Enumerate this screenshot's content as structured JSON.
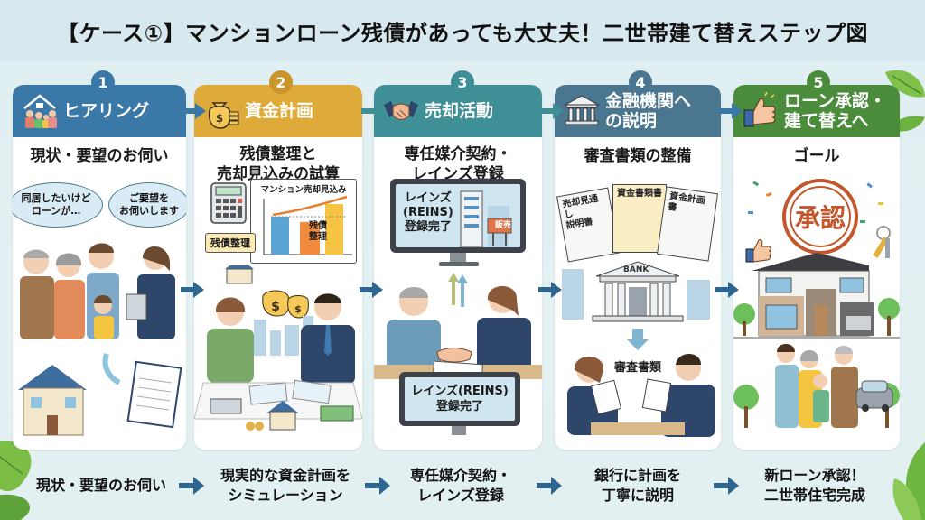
{
  "title": "【ケース①】マンションローン残債があっても大丈夫！二世帯建て替えステップ図",
  "colors": {
    "step1": "#3a78a8",
    "step2": "#deaa3a",
    "step3": "#3f8f97",
    "step4": "#4b7690",
    "step5": "#4b8b3c",
    "arrow": "#2f6690",
    "background": "#e2f0f2"
  },
  "steps": [
    {
      "number": "1",
      "label": "ヒアリング",
      "icon": "family-house-icon",
      "subtitle": "現状・要望のお伺い",
      "bubbles": [
        "同居したいけど\nローンが…",
        "ご要望を\nお伺いします"
      ],
      "bottom_caption": "現状・要望のお伺い"
    },
    {
      "number": "2",
      "label": "資金計画",
      "icon": "money-bag-icon",
      "subtitle_line1": "残債整理と",
      "subtitle_line2": "売却見込みの試算",
      "chart_title": "マンション売却見込み",
      "chart_tag": "残債整理",
      "chart_bar_label": "残債\n整理",
      "bottom_caption_line1": "現実的な資金計画を",
      "bottom_caption_line2": "シミュレーション"
    },
    {
      "number": "3",
      "label": "売却活動",
      "icon": "handshake-icon",
      "subtitle_line1": "専任媒介契約・",
      "subtitle_line2": "レインズ登録",
      "monitor_top_line1": "レインズ",
      "monitor_top_line2": "(REINS)",
      "monitor_top_line3": "登録完了",
      "sale_sign": "販売",
      "monitor_bottom_line1": "レインズ(REINS)",
      "monitor_bottom_line2": "登録完了",
      "bottom_caption_line1": "専任媒介契約・",
      "bottom_caption_line2": "レインズ登録"
    },
    {
      "number": "4",
      "label_line1": "金融機関へ",
      "label_line2": "の説明",
      "icon": "bank-icon",
      "subtitle": "審査書類の整備",
      "documents": [
        "売却見通し\n説明書",
        "資金書類書",
        "資金計画書"
      ],
      "bank_sign": "BANK",
      "review_label": "審査書類",
      "bottom_caption_line1": "銀行に計画を",
      "bottom_caption_line2": "丁寧に説明"
    },
    {
      "number": "5",
      "label_line1": "ローン承認・",
      "label_line2": "建て替えへ",
      "icon": "thumbs-up-icon",
      "subtitle": "ゴール",
      "stamp": "承認",
      "bottom_caption_line1": "新ローン承認！",
      "bottom_caption_line2": "二世帯住宅完成"
    }
  ]
}
